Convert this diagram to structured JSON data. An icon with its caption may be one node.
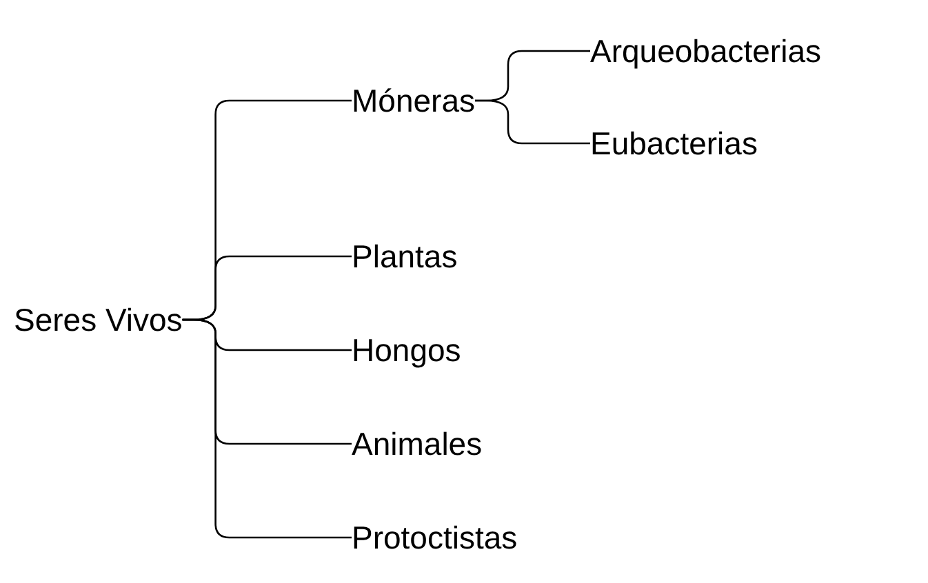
{
  "diagram": {
    "nodes": [
      {
        "text": [
          "Seres Vivos"
        ]
      },
      {
        "text": [
          "Móneras"
        ]
      },
      {
        "text": [
          "Arqueobacterias"
        ]
      },
      {
        "text": [
          "Eubacterias"
        ]
      },
      {
        "text": [
          "Plantas"
        ]
      },
      {
        "text": [
          "Hongos"
        ]
      },
      {
        "text": [
          "Animales"
        ]
      },
      {
        "text": [
          "Protoctistas"
        ]
      }
    ],
    "edges": [
      {
        "from": 0,
        "to": 1,
        "arrow": "none"
      },
      {
        "from": 1,
        "to": 2,
        "arrow": "none"
      },
      {
        "from": 1,
        "to": 3,
        "arrow": "none"
      },
      {
        "from": 0,
        "to": 4,
        "arrow": "none"
      },
      {
        "from": 0,
        "to": 5,
        "arrow": "none"
      },
      {
        "from": 0,
        "to": 6,
        "arrow": "none"
      },
      {
        "from": 0,
        "to": 7,
        "arrow": "none"
      }
    ]
  }
}
